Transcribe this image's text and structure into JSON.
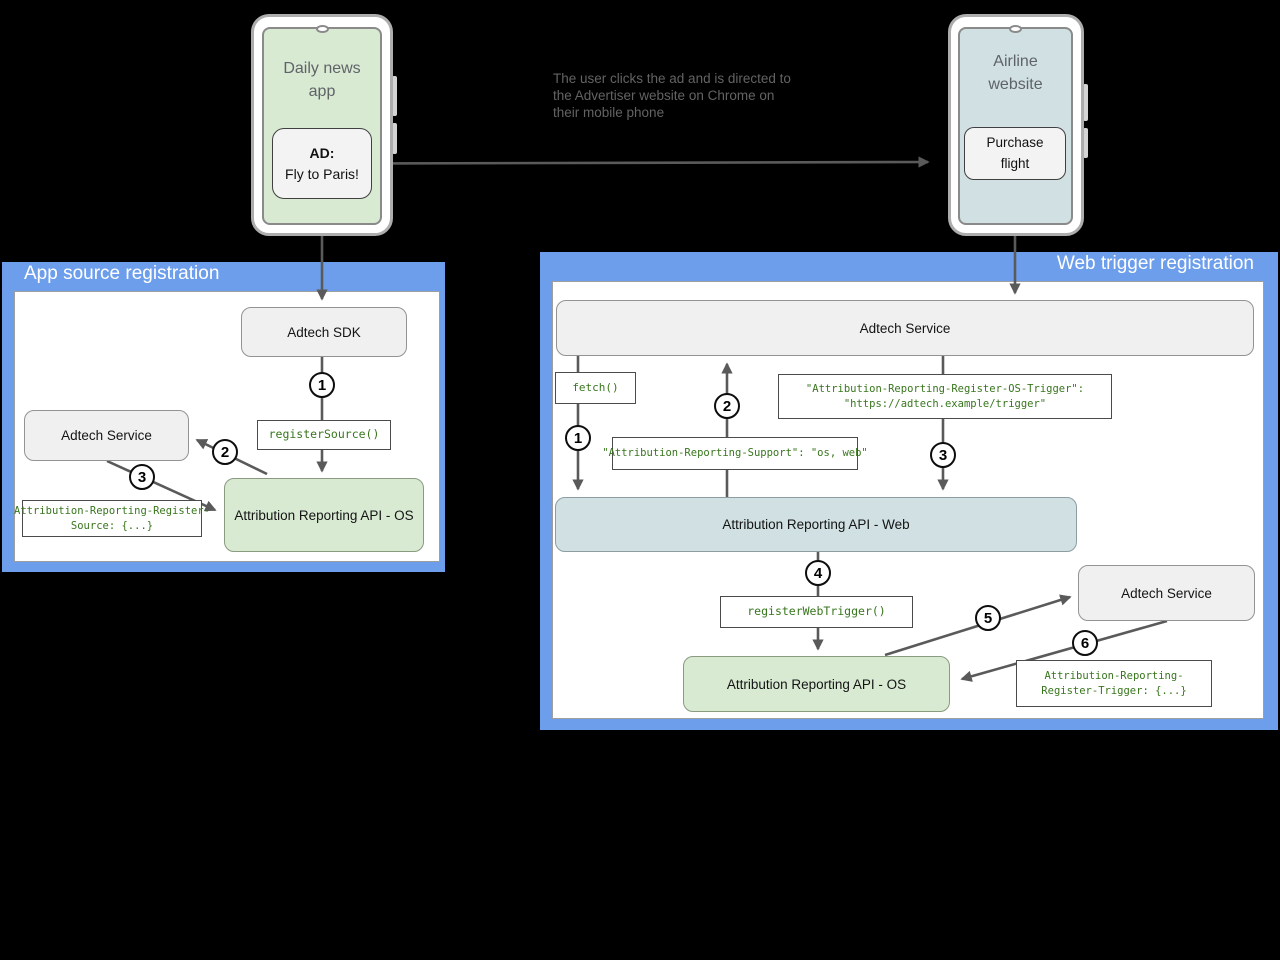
{
  "colors": {
    "panel_blue": "#6d9eeb",
    "node_gray": "#f0f0f0",
    "node_green": "#d9ead3",
    "node_cyan": "#d0e0e3",
    "code_green": "#38761d",
    "arrow_gray": "#5a5a5a",
    "background": "#000000"
  },
  "phones": {
    "left": {
      "label_line1": "Daily news",
      "label_line2": "app",
      "ad_title": "AD:",
      "ad_text": "Fly to Paris!"
    },
    "right": {
      "label_line1": "Airline",
      "label_line2": "website",
      "button_line1": "Purchase",
      "button_line2": "flight"
    }
  },
  "caption": {
    "l1": "The user clicks the ad and is directed to",
    "l2": "the Advertiser website on Chrome on",
    "l3": "their mobile phone"
  },
  "left_panel": {
    "title": "App source registration",
    "nodes": {
      "adtech_sdk": "Adtech SDK",
      "adtech_service": "Adtech Service",
      "api_os": "Attribution Reporting API - OS",
      "register_source": "registerSource()",
      "register_source_header_l1": "Attribution-Reporting-Register-",
      "register_source_header_l2": "Source: {...}"
    },
    "steps": [
      "1",
      "2",
      "3"
    ]
  },
  "right_panel": {
    "title": "Web trigger registration",
    "nodes": {
      "adtech_service_top": "Adtech Service",
      "fetch": "fetch()",
      "os_trigger_header_l1": "\"Attribution-Reporting-Register-OS-Trigger\":",
      "os_trigger_header_l2": "\"https://adtech.example/trigger\"",
      "support_header": "\"Attribution-Reporting-Support\": \"os, web\"",
      "api_web": "Attribution Reporting API - Web",
      "register_web_trigger": "registerWebTrigger()",
      "adtech_service_bottom": "Adtech Service",
      "api_os": "Attribution Reporting API - OS",
      "register_trigger_header_l1": "Attribution-Reporting-",
      "register_trigger_header_l2": "Register-Trigger: {...}"
    },
    "steps": [
      "1",
      "2",
      "3",
      "4",
      "5",
      "6"
    ]
  }
}
